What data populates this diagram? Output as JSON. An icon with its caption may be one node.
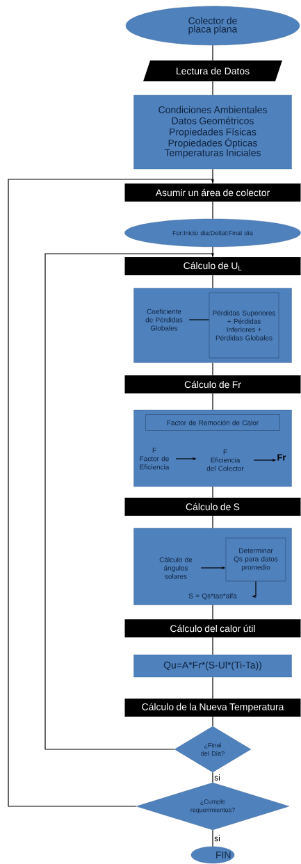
{
  "diagram": {
    "nodes": [
      {
        "text": [
          "Colector de placa plana"
        ]
      },
      {
        "text": [
          "Lectura de Datos"
        ]
      },
      {
        "text": [
          "Condiciones Ambientales",
          "Datos Geométricos",
          "Propiedades Físicas",
          "Propiedades Ópticas",
          "Temperaturas Iniciales"
        ]
      },
      {
        "text": [
          "Asumir un área de colector"
        ]
      },
      {
        "text": [
          "For:Inicio dia:Deltat:Final día"
        ]
      },
      {
        "text": [
          "Cálculo de U$_{L}$"
        ]
      },
      {
        "text": [],
        "shape": "box"
      },
      {
        "text": [
          "Coeficiente de Pérdidas Globales"
        ],
        "in": 6
      },
      {
        "text": [
          "Pérdidas Superiores + Pérdidas Inferiores + Pérdidas Globales"
        ],
        "in": 6
      },
      {
        "text": [
          "Cálculo de Fr"
        ]
      },
      {
        "text": [],
        "shape": "box"
      },
      {
        "text": [
          "Factor de Remoción de Calor"
        ],
        "in": 10
      },
      {
        "text": [
          "F",
          "Factor de Eficiencia"
        ],
        "in": 10
      },
      {
        "text": [
          "F",
          "Eficiencia del Colector"
        ],
        "in": 10
      },
      {
        "text": [
          "Fr"
        ],
        "in": 10
      },
      {
        "text": [
          "Cálculo de S"
        ]
      },
      {
        "text": [],
        "shape": "box"
      },
      {
        "text": [
          "Cálculo de ángulos solares"
        ],
        "in": 16
      },
      {
        "text": [
          "Determinar Qs para datos promedio"
        ],
        "in": 16
      },
      {
        "text": [
          "S = Qs*tao*alfa"
        ],
        "in": 16
      },
      {
        "text": [
          "Cálculo del calor útil"
        ]
      },
      {
        "text": [
          "Qu=A*Fr*(S-Ul*(Ti-Ta))"
        ]
      },
      {
        "text": [
          "Cálculo de la Nueva Temperatura"
        ]
      },
      {
        "text": [
          "¿Final del Día?"
        ]
      },
      {
        "text": [
          "¿Cumple requerimientos?"
        ]
      },
      {
        "text": [
          "FIN"
        ]
      }
    ],
    "edges": [
      {
        "from": 0,
        "to": 1,
        "arrow": "none"
      },
      {
        "from": 1,
        "to": 2,
        "arrow": "none"
      },
      {
        "from": 2,
        "to": 3,
        "arrow": "none"
      },
      {
        "from": 3,
        "to": 4,
        "arrow": "none"
      },
      {
        "from": 4,
        "to": 5,
        "arrow": "none"
      },
      {
        "from": 5,
        "to": 6,
        "arrow": "none"
      },
      {
        "from": 7,
        "to": 8,
        "arrow": "none"
      },
      {
        "from": 6,
        "to": 9,
        "arrow": "none"
      },
      {
        "from": 9,
        "to": 10,
        "arrow": "none"
      },
      {
        "from": 12,
        "to": 13,
        "arrow": "to"
      },
      {
        "from": 13,
        "to": 14,
        "arrow": "to"
      },
      {
        "from": 10,
        "to": 15,
        "arrow": "none"
      },
      {
        "from": 15,
        "to": 16,
        "arrow": "none"
      },
      {
        "from": 17,
        "to": 18,
        "arrow": "to"
      },
      {
        "from": 18,
        "to": 19,
        "arrow": "to"
      },
      {
        "from": 16,
        "to": 20,
        "arrow": "none"
      },
      {
        "from": 20,
        "to": 21,
        "arrow": "none"
      },
      {
        "from": 21,
        "to": 22,
        "arrow": "none"
      },
      {
        "from": 22,
        "to": 23,
        "arrow": "none"
      },
      {
        "from": 23,
        "to": 24,
        "label": "si",
        "arrow": "none"
      },
      {
        "from": 24,
        "to": 25,
        "label": "si",
        "arrow": "none"
      },
      {
        "from": 23,
        "to": 5,
        "arrow": "to"
      },
      {
        "from": 24,
        "to": 3,
        "arrow": "to"
      }
    ]
  }
}
